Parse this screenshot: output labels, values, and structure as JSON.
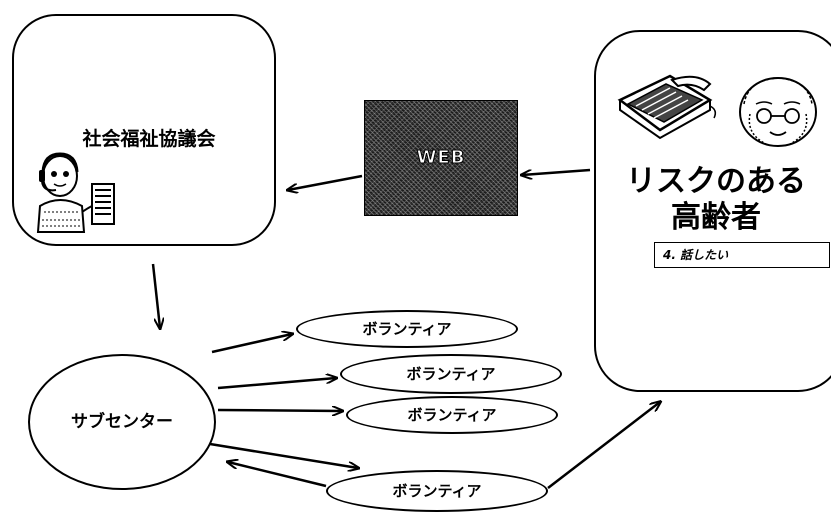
{
  "council": {
    "title": "社会福祉協議会"
  },
  "web": {
    "label": "WEB"
  },
  "elder": {
    "title_line1": "リスクのある",
    "title_line2": "高齢者",
    "talk_label": "4. 話したい"
  },
  "subcenter": {
    "label": "サブセンター"
  },
  "volunteers": [
    {
      "label": "ボランティア"
    },
    {
      "label": "ボランティア"
    },
    {
      "label": "ボランティア"
    },
    {
      "label": "ボランティア"
    }
  ],
  "icons": {
    "operator": "operator-icon",
    "telephone": "telephone-icon",
    "elderly_face": "elderly-face-icon"
  },
  "colors": {
    "line": "#000000",
    "web_fill": "#2b2b2b",
    "background": "#ffffff"
  }
}
